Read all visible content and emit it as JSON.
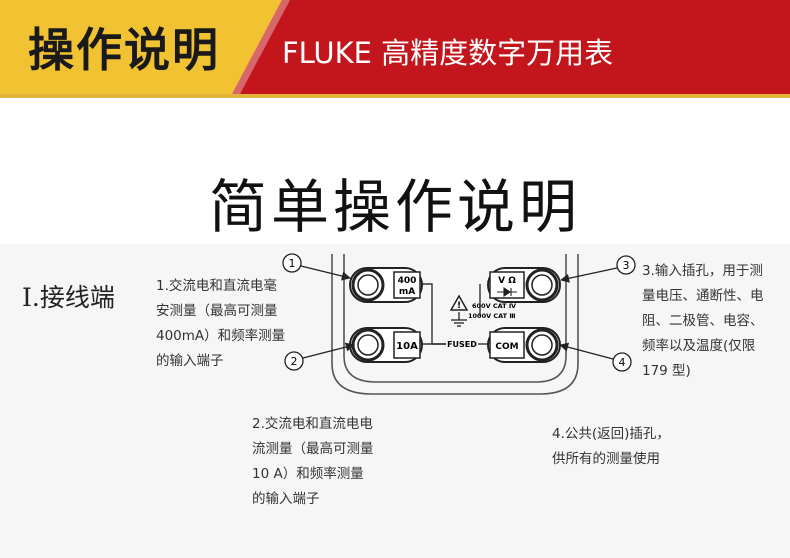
{
  "header": {
    "title_left": "操作说明",
    "title_right": "FLUKE 高精度数字万用表",
    "colors": {
      "red": "#c3161c",
      "yellow": "#f1c232",
      "dark": "#1a1a1a"
    }
  },
  "main_title": "简单操作说明",
  "section": {
    "label": "I.接线端"
  },
  "jacks": {
    "mA": {
      "number": "1",
      "label_top": "400",
      "label_bottom": "mA"
    },
    "A": {
      "number": "2",
      "label": "10A"
    },
    "V": {
      "number": "3",
      "label": "V Ω"
    },
    "COM": {
      "number": "4",
      "label": "COM"
    },
    "fused_label": "FUSED",
    "cat_line1": "600V CAT Ⅳ",
    "cat_line2": "1000V CAT Ⅲ",
    "warning_icon": "warning-triangle-icon",
    "ground_icon": "ground-icon",
    "diode_icon": "diode-icon"
  },
  "descriptions": {
    "item1": [
      "1.交流电和直流电毫",
      "安测量（最高可测量",
      "400mA）和频率测量",
      "的输入端子"
    ],
    "item2": [
      "2.交流电和直流电电",
      "流测量（最高可测量",
      "10 A）和频率测量",
      "的输入端子"
    ],
    "item3": [
      "3.输入插孔，用于测",
      "量电压、通断性、电",
      "阻、二极管、电容、",
      "频率以及温度(仅限",
      "179 型)"
    ],
    "item4": [
      "4.公共(返回)插孔，",
      "供所有的测量使用"
    ]
  }
}
